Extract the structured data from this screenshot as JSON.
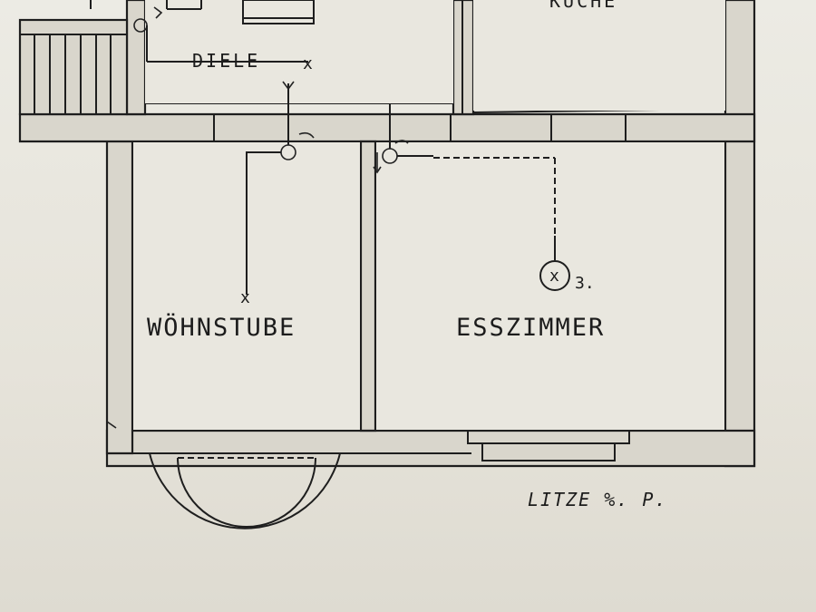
{
  "plan": {
    "rooms": {
      "diele": "DIELE",
      "kueche": "KÜCHE",
      "wohnstube": "WÖHNSTUBE",
      "esszimmer": "ESSZIMMER"
    },
    "fixtures": {
      "lamp_number": "3.",
      "switch_marker": "x",
      "diele_marker": "x"
    },
    "note": "LITZE %. P."
  }
}
